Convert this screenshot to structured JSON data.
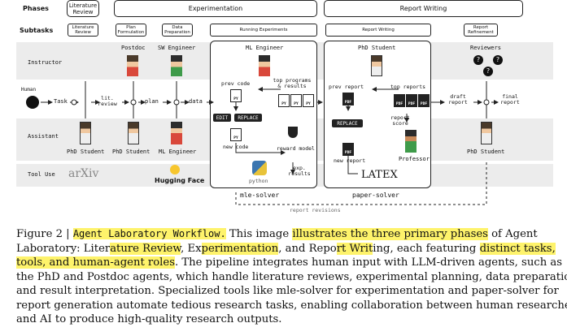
{
  "figure": {
    "row_headers": {
      "phases": "Phases",
      "subtasks": "Subtasks"
    },
    "phases": {
      "literature_review": "Literature Review",
      "experimentation": "Experimentation",
      "report_writing": "Report Writing"
    },
    "subtasks": {
      "literature_review": "Literature Review",
      "plan_formulation": "Plan Formulation",
      "data_preparation": "Data Preparation",
      "running_experiments": "Running Experiments",
      "report_writing": "Report Writing",
      "report_refinement": "Report Refinement"
    },
    "rows": {
      "instructor": "Instructor",
      "human": "Human",
      "assistant": "Assistant",
      "tool_use": "Tool Use"
    },
    "agents": {
      "postdoc": "Postdoc",
      "sw_engineer": "SW Engineer",
      "ml_engineer_box": "ML Engineer",
      "phd_student_box": "PhD Student",
      "reviewers": "Reviewers",
      "phd_student_1": "PhD Student",
      "phd_student_2": "PhD Student",
      "ml_engineer": "ML Engineer",
      "professor": "Professor",
      "phd_student_3": "PhD Student"
    },
    "flow": {
      "task": "Task",
      "lit_review": "lit. review",
      "plan": "plan",
      "data": "data",
      "draft_report": "draft report",
      "final_report": "final report"
    },
    "mle_solver": {
      "title": "mle-solver",
      "prev_code": "prev code",
      "top_programs": "top programs & results",
      "edit": "EDIT",
      "replace": "REPLACE",
      "new_code": "new code",
      "reward_model": "reward model",
      "exp_results": "exp. results",
      "python": "python"
    },
    "paper_solver": {
      "title": "paper-solver",
      "prev_report": "prev report",
      "top_reports": "top reports",
      "replace": "REPLACE",
      "new_report": "new report",
      "report_score": "report score",
      "latex": "LATEX"
    },
    "tools": {
      "arxiv": "arXiv",
      "hugging_face": "Hugging Face"
    },
    "report_revisions": "report revisions"
  },
  "caption": {
    "lines": [
      [
        {
          "t": "Figure 2 | ",
          "hl": false
        },
        {
          "t": "Agent Laboratory Workflow.",
          "hl": true,
          "mono": true
        },
        {
          "t": " This image ",
          "hl": false
        },
        {
          "t": "illustrates the three primary phases",
          "hl": true
        },
        {
          "t": " of Agent",
          "hl": false
        }
      ],
      [
        {
          "t": "Laboratory: Liter",
          "hl": false
        },
        {
          "t": "ature Review",
          "hl": true
        },
        {
          "t": ", Ex",
          "hl": false
        },
        {
          "t": "perimentation",
          "hl": true
        },
        {
          "t": ", and Repo",
          "hl": false
        },
        {
          "t": "rt Writ",
          "hl": true
        },
        {
          "t": "ing, each featuring ",
          "hl": false
        },
        {
          "t": "distinct tasks,",
          "hl": true
        }
      ],
      [
        {
          "t": "tools, and human-agent roles",
          "hl": true
        },
        {
          "t": ". The pipeline integrates human input with LLM-driven agents, such as",
          "hl": false
        }
      ],
      [
        {
          "t": "the PhD and Postdoc agents, which handle literature reviews, experimental planning, data preparation,",
          "hl": false
        }
      ],
      [
        {
          "t": "and result interpretation. Specialized tools like mle-solver for experimentation and paper-solver for",
          "hl": false
        }
      ],
      [
        {
          "t": "report generation automate tedious research tasks, enabling collaboration between human researchers",
          "hl": false
        }
      ],
      [
        {
          "t": "and AI to produce high-quality research outputs.",
          "hl": false
        }
      ]
    ]
  },
  "colors": {
    "highlight": "#fef36b",
    "band": "#ececec",
    "agent_red": "#d9483b",
    "agent_green": "#3f9b4a",
    "agent_yellow": "#e8b43a",
    "python_blue": "#3b76b0"
  }
}
